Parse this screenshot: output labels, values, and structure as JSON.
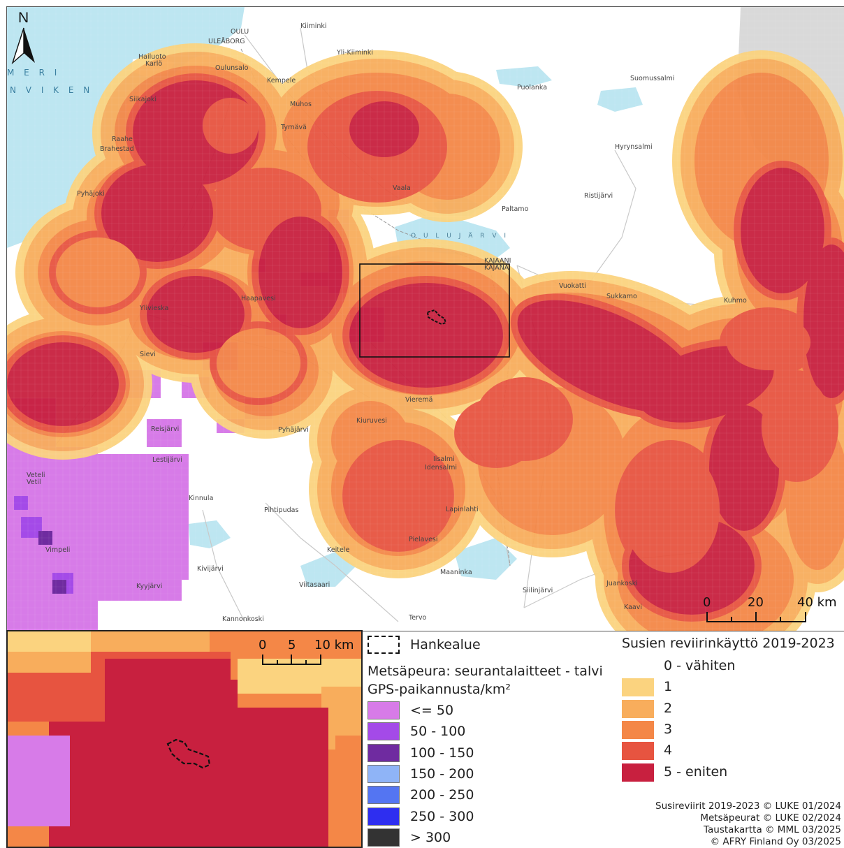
{
  "map": {
    "north_label": "N",
    "sea_labels": [
      "M E R I",
      "N V I K E N"
    ],
    "lake_label": "O U L U J Ä R V I",
    "places": [
      {
        "name": "Kiiminki"
      },
      {
        "name": "OULU"
      },
      {
        "name": "ULEÅBORG"
      },
      {
        "name": "Hailuoto"
      },
      {
        "name": "Karlö"
      },
      {
        "name": "Yli-Kiiminki"
      },
      {
        "name": "Oulunsalo"
      },
      {
        "name": "Kempele"
      },
      {
        "name": "Puolanka"
      },
      {
        "name": "Suomussalmi"
      },
      {
        "name": "Siikajoki"
      },
      {
        "name": "Muhos"
      },
      {
        "name": "Tyrnävä"
      },
      {
        "name": "Raahe"
      },
      {
        "name": "Brahestad"
      },
      {
        "name": "Hyrynsalmi"
      },
      {
        "name": "Vaala"
      },
      {
        "name": "Ristijärvi"
      },
      {
        "name": "Pyhäjoki"
      },
      {
        "name": "Paltamo"
      },
      {
        "name": "KAJAANI"
      },
      {
        "name": "KAJANA"
      },
      {
        "name": "Vuokatti"
      },
      {
        "name": "Sukkamo"
      },
      {
        "name": "Kuhmo"
      },
      {
        "name": "Ylivieska"
      },
      {
        "name": "Haapavesi"
      },
      {
        "name": "Sievi"
      },
      {
        "name": "Vieremä"
      },
      {
        "name": "Kiuruvesi"
      },
      {
        "name": "Pyhäjärvi"
      },
      {
        "name": "Reisjärvi"
      },
      {
        "name": "Lestijärvi"
      },
      {
        "name": "Iisalmi"
      },
      {
        "name": "Idensalmi"
      },
      {
        "name": "Kinnula"
      },
      {
        "name": "Pihtipudas"
      },
      {
        "name": "Lapinlahti"
      },
      {
        "name": "Pielavesi"
      },
      {
        "name": "Keitele"
      },
      {
        "name": "Kivijärvi"
      },
      {
        "name": "Viitasaari"
      },
      {
        "name": "Maaninka"
      },
      {
        "name": "Siilinjärvi"
      },
      {
        "name": "Juankoski"
      },
      {
        "name": "Kaavi"
      },
      {
        "name": "Kyyjärvi"
      },
      {
        "name": "Kannonkoski"
      },
      {
        "name": "Tervo"
      },
      {
        "name": "Vimpeli"
      },
      {
        "name": "Veteli"
      },
      {
        "name": "Vetil"
      }
    ],
    "scalebar": {
      "ticks": [
        "0",
        "20",
        "40 km"
      ]
    }
  },
  "inset": {
    "scalebar": {
      "ticks": [
        "0",
        "5",
        "10 km"
      ]
    }
  },
  "legend": {
    "project_area_label": "Hankealue",
    "reindeer": {
      "title_line1": "Metsäpeura: seurantalaitteet - talvi",
      "title_line2": "GPS-paikannusta/km²",
      "classes": [
        {
          "label": "<= 50",
          "color": "#d77be8"
        },
        {
          "label": "50 - 100",
          "color": "#a44ae8"
        },
        {
          "label": "100 - 150",
          "color": "#6f2ba0"
        },
        {
          "label": "150 - 200",
          "color": "#8fb4f7"
        },
        {
          "label": "200 - 250",
          "color": "#5475f2"
        },
        {
          "label": "250 - 300",
          "color": "#2e2ef0"
        },
        {
          "label": "> 300",
          "color": "#333333"
        }
      ]
    },
    "wolf": {
      "title": "Susien reviirinkäyttö 2019-2023",
      "classes": [
        {
          "label": "0 - vähiten",
          "color": "#ffffff"
        },
        {
          "label": "1",
          "color": "#fbd37f"
        },
        {
          "label": "2",
          "color": "#f8ad5c"
        },
        {
          "label": "3",
          "color": "#f48747"
        },
        {
          "label": "4",
          "color": "#e75440"
        },
        {
          "label": "5 - eniten",
          "color": "#c8203f"
        }
      ]
    },
    "credits": [
      "Susireviirit 2019-2023 © LUKE 01/2024",
      "Metsäpeurat © LUKE 02/2024",
      "Taustakartta © MML 03/2025",
      "© AFRY Finland Oy 03/2025"
    ]
  },
  "colors": {
    "sea": "#bde6f1",
    "land": "#ffffff",
    "road": "#c8c8c8",
    "grey_area": "#d9d9d9"
  }
}
